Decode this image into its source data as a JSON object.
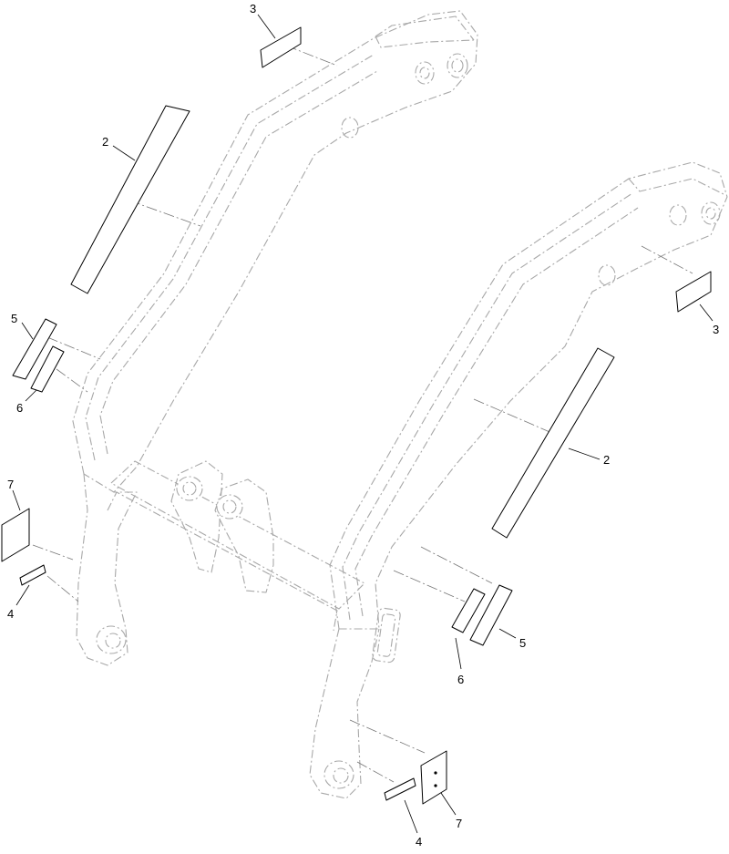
{
  "diagram": {
    "callouts": [
      {
        "id": "c3-top",
        "text": "3"
      },
      {
        "id": "c2-top",
        "text": "2"
      },
      {
        "id": "c5-left",
        "text": "5"
      },
      {
        "id": "c6-left",
        "text": "6"
      },
      {
        "id": "c7-left",
        "text": "7"
      },
      {
        "id": "c4-left",
        "text": "4"
      },
      {
        "id": "c3-right",
        "text": "3"
      },
      {
        "id": "c2-right",
        "text": "2"
      },
      {
        "id": "c5-right",
        "text": "5"
      },
      {
        "id": "c6-right",
        "text": "6"
      },
      {
        "id": "c4-bottom",
        "text": "4"
      },
      {
        "id": "c7-bottom",
        "text": "7"
      }
    ]
  }
}
